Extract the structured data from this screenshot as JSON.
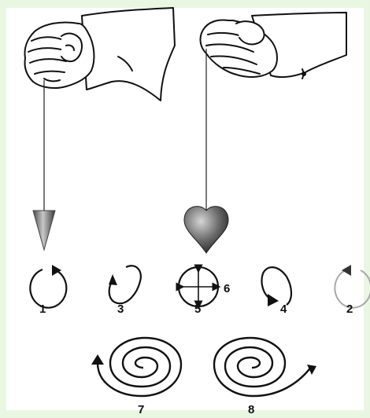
{
  "figure": {
    "panel_color": "#ffffff",
    "frame_color": "#e9f7e2",
    "stroke_color": "#111111",
    "faint_stroke_color": "#a8a8a8",
    "hands": [
      {
        "id": "left",
        "icon": "hand-holding-cone-pendulum-icon",
        "bob": "cone"
      },
      {
        "id": "right",
        "icon": "hand-holding-heart-pendulum-icon",
        "bob": "heart"
      }
    ],
    "motion_labels": {
      "m1": "1",
      "m2": "2",
      "m3": "3",
      "m4": "4",
      "m5": "5",
      "m6": "6",
      "m7": "7",
      "m8": "8"
    },
    "motion_icons": {
      "m1": "circle-clockwise-icon",
      "m2": "circle-counterclockwise-icon",
      "m3": "ellipse-clockwise-icon",
      "m4": "ellipse-counterclockwise-icon",
      "m5": "cross-axes-icon",
      "m7": "spiral-counterclockwise-icon",
      "m8": "spiral-clockwise-icon"
    }
  }
}
